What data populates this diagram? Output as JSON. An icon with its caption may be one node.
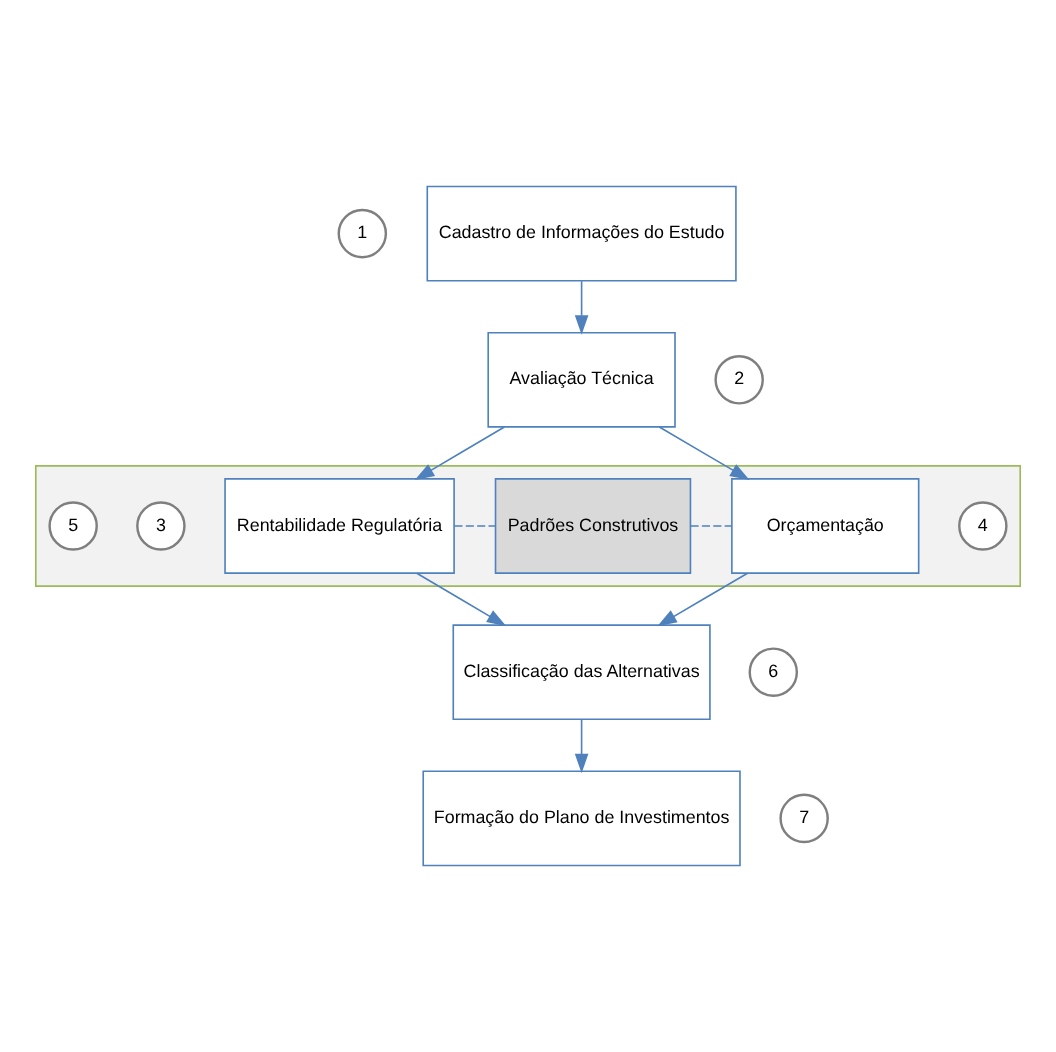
{
  "diagram": {
    "nodes": [
      {
        "text": [
          "1"
        ]
      },
      {
        "text": [
          "Cadastro de Informações do Estudo"
        ]
      },
      {
        "text": [
          "2"
        ]
      },
      {
        "text": [
          "Avaliação Técnica"
        ]
      },
      {
        "text": [],
        "shape": "box"
      },
      {
        "text": [
          "4"
        ],
        "in": 4
      },
      {
        "text": [
          "Rentabilidade Regulatória"
        ],
        "in": 4
      },
      {
        "text": [
          "3"
        ],
        "in": 4
      },
      {
        "text": [
          "Padrões Construtivos"
        ],
        "in": 4
      },
      {
        "text": [
          "5"
        ],
        "in": 4
      },
      {
        "text": [
          "Orçamentação"
        ],
        "in": 4
      },
      {
        "text": [
          "6"
        ]
      },
      {
        "text": [
          "Classificação das Alternativas"
        ]
      },
      {
        "text": [
          "7"
        ]
      },
      {
        "text": [
          "Formação do Plano de Investimentos"
        ]
      }
    ],
    "edges": [
      {
        "from": 1,
        "to": 3,
        "arrow": "to"
      },
      {
        "from": 3,
        "to": 6,
        "arrow": "to"
      },
      {
        "from": 3,
        "to": 10,
        "arrow": "to"
      },
      {
        "from": 6,
        "to": 8,
        "arrow": "none",
        "style": "dashed"
      },
      {
        "from": 8,
        "to": 10,
        "arrow": "none",
        "style": "dashed"
      },
      {
        "from": 6,
        "to": 12,
        "arrow": "to"
      },
      {
        "from": 10,
        "to": 12,
        "arrow": "to"
      },
      {
        "from": 12,
        "to": 14,
        "arrow": "to"
      }
    ]
  }
}
